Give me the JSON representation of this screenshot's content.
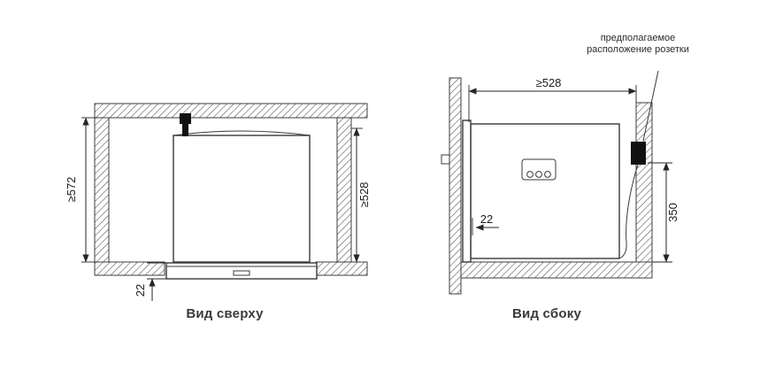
{
  "top_view": {
    "label": "Вид сверху",
    "dims": {
      "left": "≥572",
      "right": "≥528",
      "door": "22"
    }
  },
  "side_view": {
    "label": "Вид сбоку",
    "dims": {
      "top": "≥528",
      "door": "22",
      "socket_height": "350"
    },
    "socket_note": "предполагаемое расположение розетки"
  }
}
